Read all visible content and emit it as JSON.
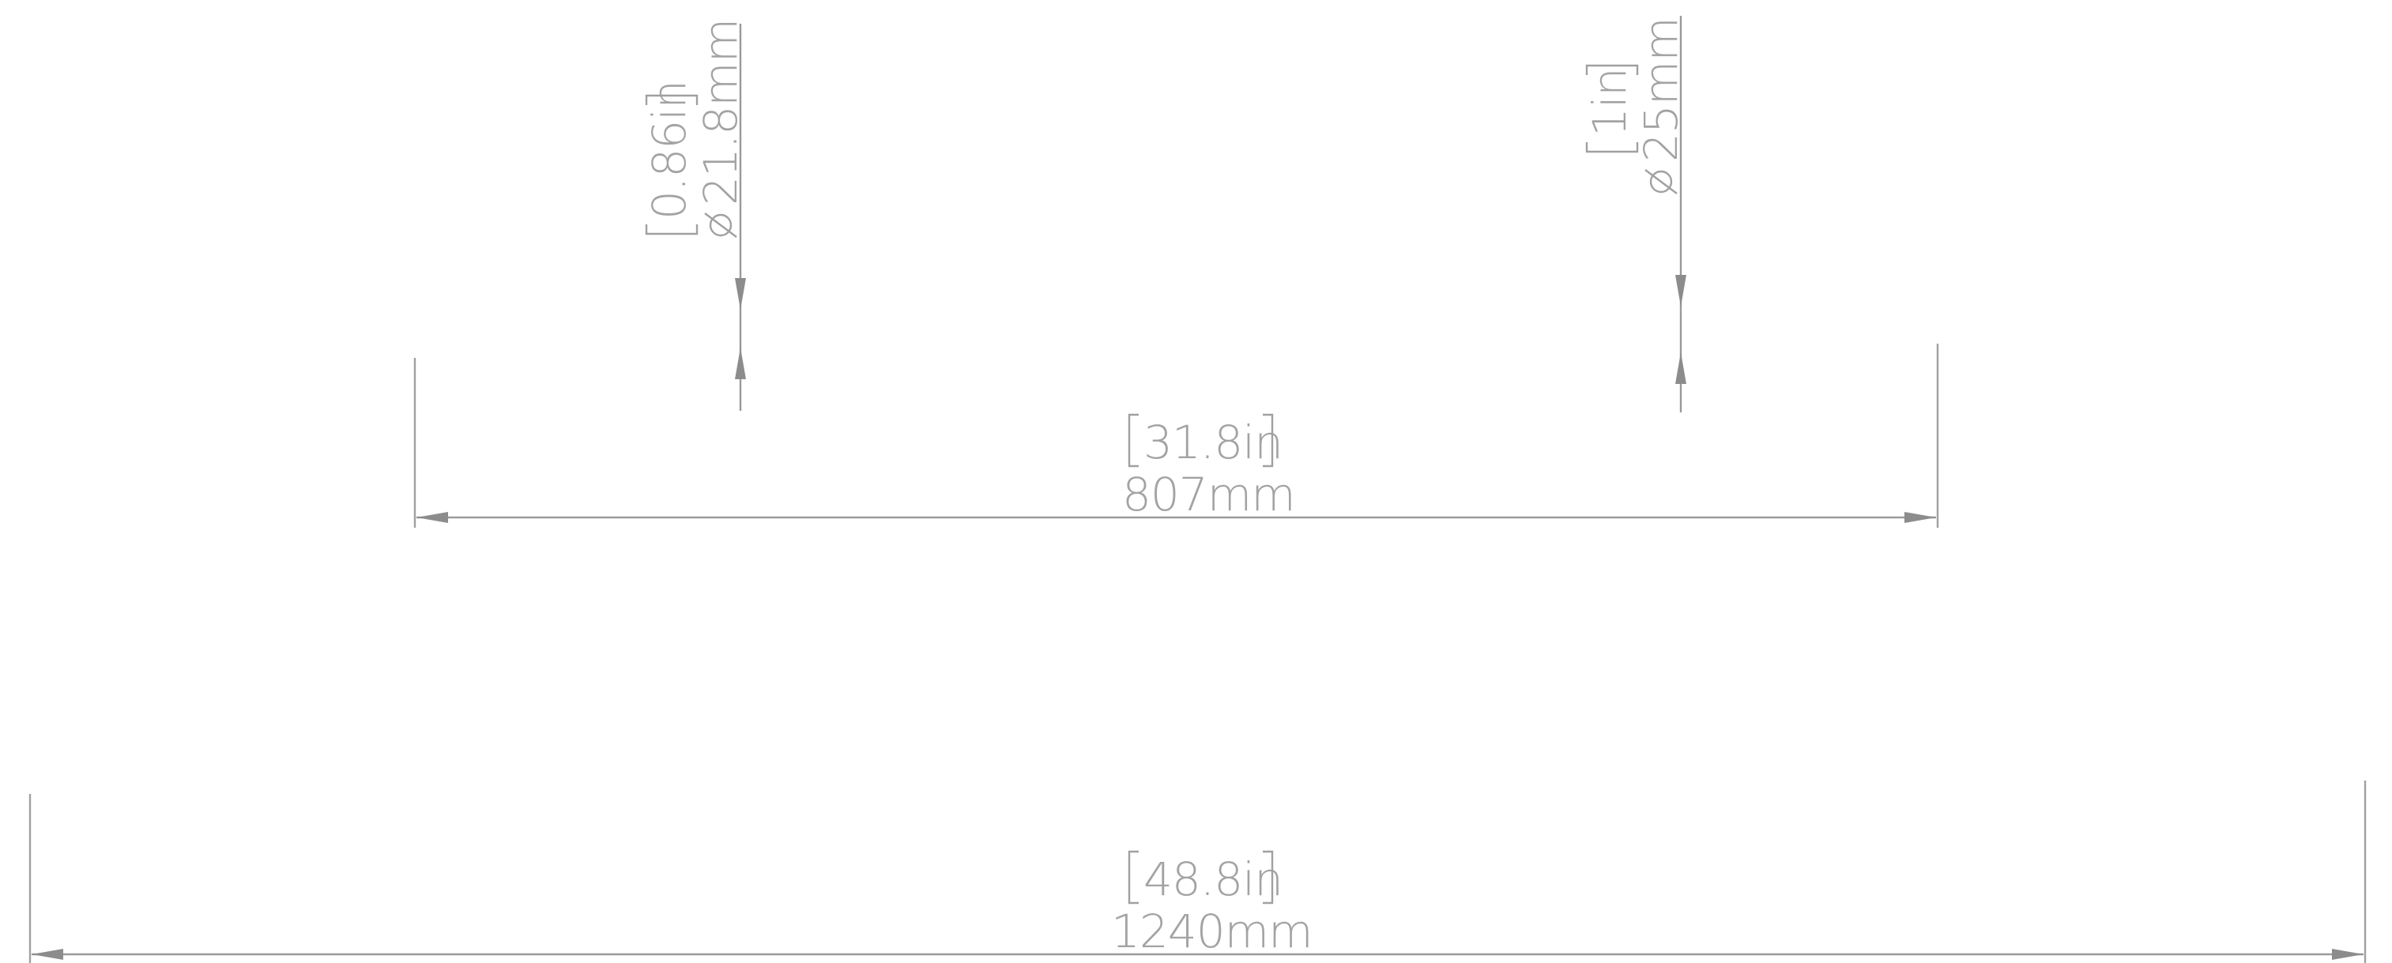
{
  "dimensions": {
    "diameter_left": {
      "imperial": "0.86in",
      "metric": "21.8mm"
    },
    "diameter_right": {
      "imperial": "1in",
      "metric": "25mm"
    },
    "middle_width": {
      "imperial": "31.8in",
      "metric": "807mm"
    },
    "overall_width": {
      "imperial": "48.8in",
      "metric": "1240mm"
    }
  },
  "colors": {
    "line": "#9a9a9a",
    "text": "#a3a3a3",
    "background": "#ffffff"
  }
}
